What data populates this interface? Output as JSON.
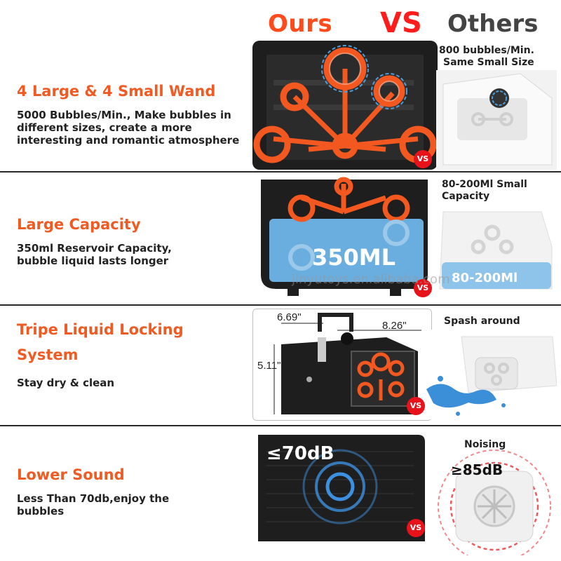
{
  "header": {
    "ours": "Ours",
    "vs": "VS",
    "others": "Others"
  },
  "watermark": "jinyutoys.en.alibaba.com",
  "rows": [
    {
      "title": "4 Large & 4 Small Wand",
      "desc": [
        "5000 Bubbles/Min., Make bubbles in",
        "different sizes, create a more",
        "interesting and romantic atmosphere"
      ],
      "other_label": [
        "800 bubbles/Min.",
        "Same Small Size"
      ],
      "vs": "VS"
    },
    {
      "title": "Large Capacity",
      "desc": [
        "350ml Reservoir Capacity,",
        "bubble liquid lasts longer"
      ],
      "ours_overlay": "350ML",
      "other_label": [
        "80-200Ml Small",
        "Capacity"
      ],
      "other_overlay": "80-200Ml",
      "vs": "VS"
    },
    {
      "title_lines": [
        "Tripe Liquid Locking",
        "System"
      ],
      "desc": [
        "Stay dry & clean"
      ],
      "dims": {
        "depth": "6.69\"",
        "width": "8.26\"",
        "height": "5.11\""
      },
      "other_label": [
        "Spash around"
      ],
      "vs": "VS"
    },
    {
      "title": "Lower Sound",
      "desc": [
        "Less Than 70db,enjoy the",
        "bubbles"
      ],
      "ours_overlay": "≤70dB",
      "other_label": [
        "Noising"
      ],
      "other_overlay": "≥85dB",
      "vs": "VS"
    }
  ],
  "colors": {
    "accent": "#f05a23",
    "vs_red": "#e8121a",
    "wand_orange": "#f2581f",
    "liquid_blue": "#6aaee0",
    "machine_black": "#1e1e1e"
  }
}
